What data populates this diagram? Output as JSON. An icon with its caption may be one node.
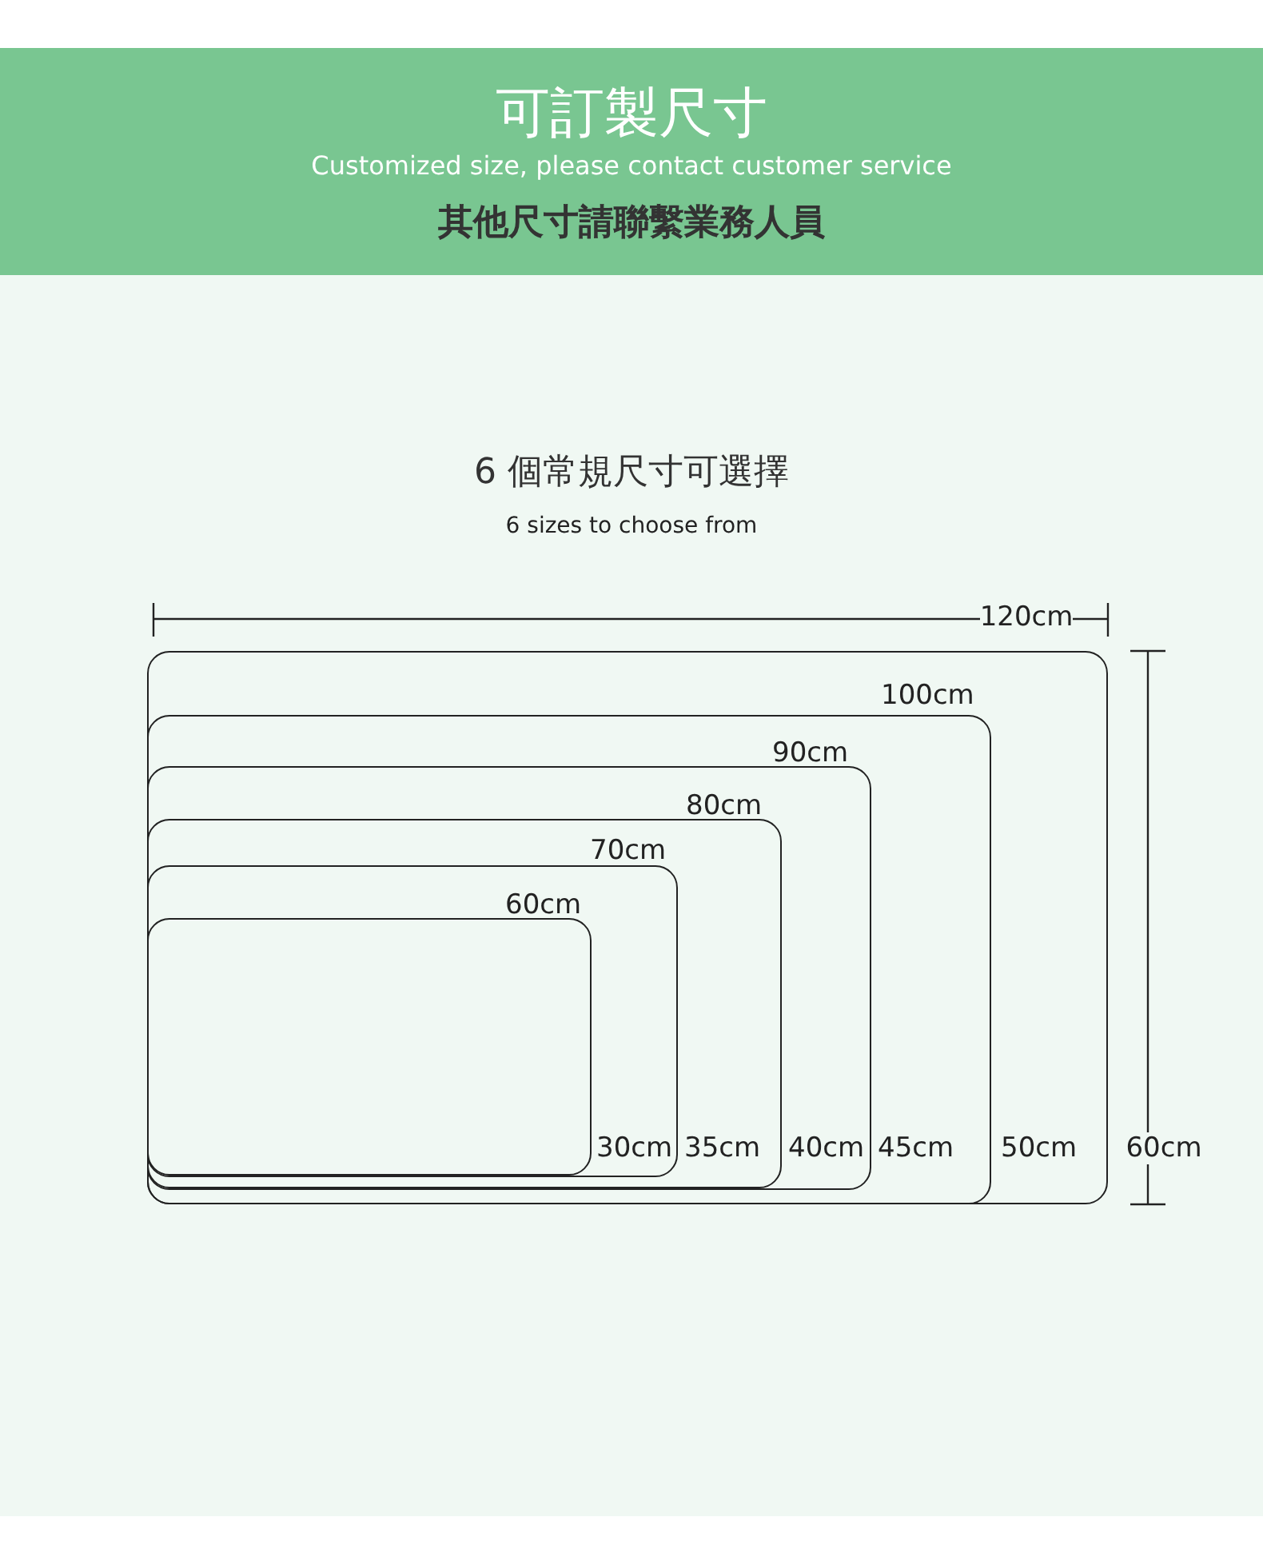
{
  "diagram": {
    "title": "可訂製尺寸",
    "nodes": [
      {
        "text": [],
        "shape": "box"
      },
      {
        "text": [
          "100cm"
        ],
        "beside": [
          "50cm"
        ],
        "in": 0
      },
      {
        "text": [
          "90cm"
        ],
        "beside": [
          "45cm"
        ],
        "in": 1
      },
      {
        "text": [
          "80cm"
        ],
        "beside": [
          "40cm"
        ],
        "in": 2
      },
      {
        "text": [
          "70cm"
        ],
        "beside": [
          "35cm"
        ],
        "in": 3
      },
      {
        "text": [
          "60cm"
        ],
        "beside": [
          "30cm"
        ],
        "in": 4
      }
    ],
    "edges": [],
    "labels": [
      "Customized size, please contact customer service",
      "其他尺寸請聯繫業務人員",
      "6 個常規尺寸可選擇",
      "6 sizes to choose from",
      "120cm",
      "60cm"
    ]
  }
}
